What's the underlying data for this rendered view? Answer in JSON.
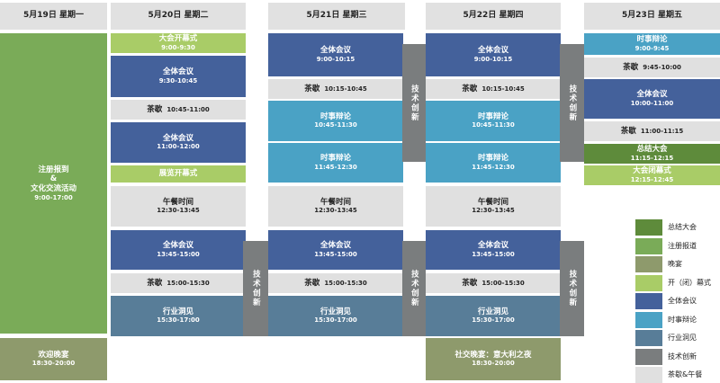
{
  "days": {
    "mon": {
      "label": "5月19日 星期一"
    },
    "tue": {
      "label": "5月20日 星期二"
    },
    "wed": {
      "label": "5月21日 星期三"
    },
    "thu": {
      "label": "5月22日 星期四"
    },
    "fri": {
      "label": "5月23日 星期五"
    }
  },
  "mon": {
    "registration": {
      "line1": "注册报到",
      "line2": "&",
      "line3": "文化交流活动",
      "time": "9:00-17:00"
    },
    "dinner": {
      "title": "欢迎晚宴",
      "time": "18:30-20:00"
    }
  },
  "tue": {
    "opening": {
      "title": "大会开幕式",
      "time": "9:00-9:30"
    },
    "plenary1": {
      "title": "全体会议",
      "time": "9:30-10:45"
    },
    "tea1": {
      "title": "茶歇",
      "time": "10:45-11:00"
    },
    "plenary2": {
      "title": "全体会议",
      "time": "11:00-12:00"
    },
    "expo": {
      "title": "展览开幕式"
    },
    "lunch": {
      "title": "午餐时间",
      "time": "12:30-13:45"
    },
    "plenary3": {
      "title": "全体会议",
      "time": "13:45-15:00"
    },
    "tea2": {
      "title": "茶歇",
      "time": "15:00-15:30"
    },
    "industry": {
      "title": "行业洞见",
      "time": "15:30-17:00"
    },
    "tech": {
      "title": "技术创新"
    }
  },
  "wed": {
    "plenary1": {
      "title": "全体会议",
      "time": "9:00-10:15"
    },
    "tea1": {
      "title": "茶歇",
      "time": "10:15-10:45"
    },
    "debate1": {
      "title": "时事辩论",
      "time": "10:45-11:30"
    },
    "debate2": {
      "title": "时事辩论",
      "time": "11:45-12:30"
    },
    "lunch": {
      "title": "午餐时间",
      "time": "12:30-13:45"
    },
    "plenary2": {
      "title": "全体会议",
      "time": "13:45-15:00"
    },
    "tea2": {
      "title": "茶歇",
      "time": "15:00-15:30"
    },
    "industry": {
      "title": "行业洞见",
      "time": "15:30-17:00"
    },
    "tech_am": {
      "title": "技术创新"
    },
    "tech_pm": {
      "title": "技术创新"
    }
  },
  "thu": {
    "plenary1": {
      "title": "全体会议",
      "time": "9:00-10:15"
    },
    "tea1": {
      "title": "茶歇",
      "time": "10:15-10:45"
    },
    "debate1": {
      "title": "时事辩论",
      "time": "10:45-11:30"
    },
    "debate2": {
      "title": "时事辩论",
      "time": "11:45-12:30"
    },
    "lunch": {
      "title": "午餐时间",
      "time": "12:30-13:45"
    },
    "plenary2": {
      "title": "全体会议",
      "time": "13:45-15:00"
    },
    "tea2": {
      "title": "茶歇",
      "time": "15:00-15:30"
    },
    "industry": {
      "title": "行业洞见",
      "time": "15:30-17:00"
    },
    "social": {
      "title": "社交晚宴：意大利之夜",
      "time": "18:30-20:00"
    },
    "tech_am": {
      "title": "技术创新"
    },
    "tech_pm": {
      "title": "技术创新"
    }
  },
  "fri": {
    "debate": {
      "title": "时事辩论",
      "time": "9:00-9:45"
    },
    "tea1": {
      "title": "茶歇",
      "time": "9:45-10:00"
    },
    "plenary": {
      "title": "全体会议",
      "time": "10:00-11:00"
    },
    "tea2": {
      "title": "茶歇",
      "time": "11:00-11:15"
    },
    "summary": {
      "title": "总结大会",
      "time": "11:15-12:15"
    },
    "closing": {
      "title": "大会闭幕式",
      "time": "12:15-12:45"
    }
  },
  "legend": [
    {
      "label": "总结大会",
      "color": "#5e8b3b"
    },
    {
      "label": "注册报道",
      "color": "#7aab58"
    },
    {
      "label": "晚宴",
      "color": "#8e9a6c"
    },
    {
      "label": "开（闭）幕式",
      "color": "#a9cc67"
    },
    {
      "label": "全体会议",
      "color": "#44619b"
    },
    {
      "label": "时事辩论",
      "color": "#4aa2c5"
    },
    {
      "label": "行业洞见",
      "color": "#587d98"
    },
    {
      "label": "技术创新",
      "color": "#7a7d7e"
    },
    {
      "label": "茶歇&午餐",
      "color": "#e0e0e0"
    }
  ]
}
